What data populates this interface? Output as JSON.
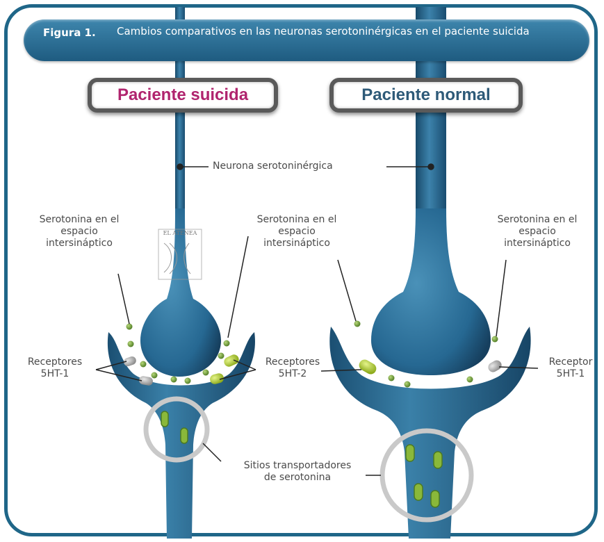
{
  "header": {
    "figure_label": "Figura 1.",
    "caption": "Cambios comparativos en las neuronas serotoninérgicas en el paciente suicida"
  },
  "panels": {
    "left": "Paciente suicida",
    "right": "Paciente normal"
  },
  "labels": {
    "neuron": "Neurona serotoninérgica",
    "serotonin_left": [
      "Serotonina en el",
      "espacio",
      "intersináptico"
    ],
    "serotonin_middle": [
      "Serotonina en el",
      "espacio",
      "intersináptico"
    ],
    "serotonin_right": [
      "Serotonina en el",
      "espacio",
      "intersináptico"
    ],
    "receptors_5ht1": [
      "Receptores",
      "5HT-1"
    ],
    "receptors_5ht2": [
      "Receptores",
      "5HT-2"
    ],
    "receptor_5ht1": [
      "Receptor",
      "5HT-1"
    ],
    "transporters": [
      "Sitios transportadores",
      "de serotonina"
    ],
    "watermark": "EL ATENEA"
  },
  "colors": {
    "neuron_blue": "#2a6a92",
    "neuron_dark": "#184a6a",
    "frame": "#1f6688",
    "serotonin_dot": "#6e9a3a",
    "receptor_2": "#b8d430",
    "receptor_1": "#9a9a9a",
    "suicide_text": "#b0246e",
    "normal_text": "#2e5a78"
  }
}
